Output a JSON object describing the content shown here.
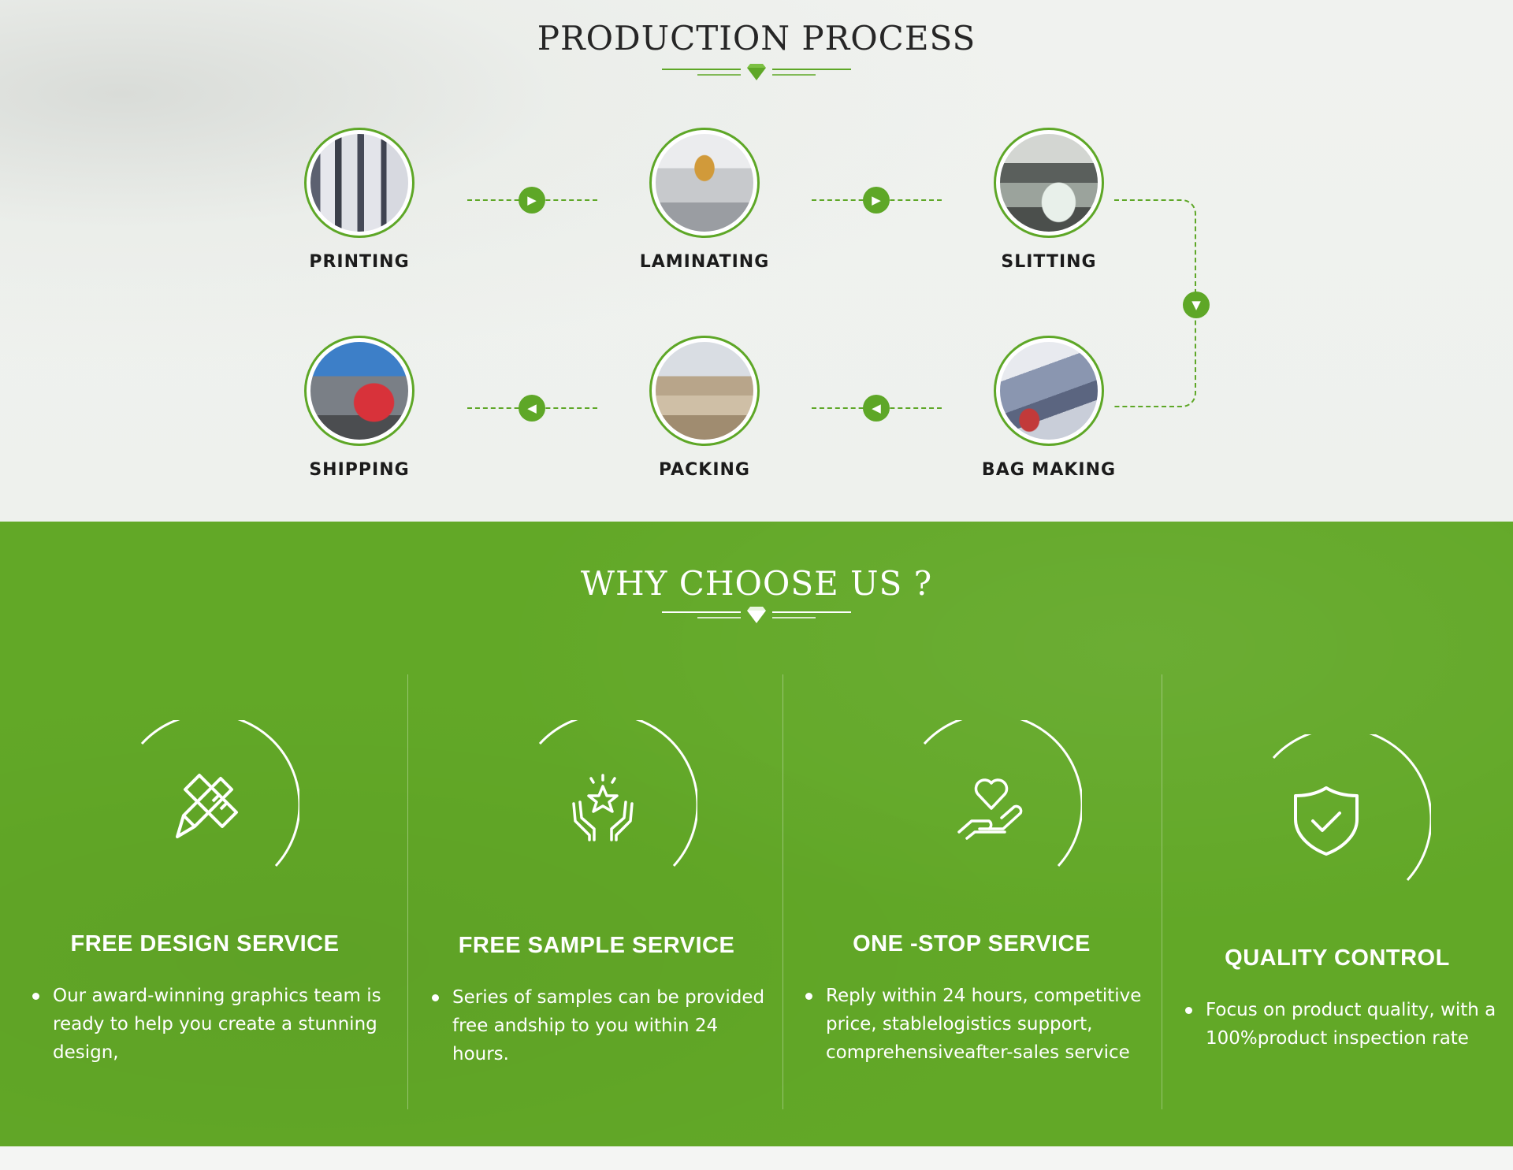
{
  "production": {
    "title": "PRODUCTION PROCESS",
    "steps": [
      {
        "label": "PRINTING"
      },
      {
        "label": "LAMINATING"
      },
      {
        "label": "SLITTING"
      },
      {
        "label": "BAG MAKING"
      },
      {
        "label": "PACKING"
      },
      {
        "label": "SHIPPING"
      }
    ]
  },
  "why": {
    "title": "WHY CHOOSE US ?",
    "cards": [
      {
        "title": "FREE DESIGN SERVICE",
        "icon": "pencil-ruler-icon",
        "text": "Our award-winning graphics team is ready to help you create a stunning design,"
      },
      {
        "title": "FREE SAMPLE SERVICE",
        "icon": "hands-star-icon",
        "text": "Series of samples can be provided free andship to you within 24 hours."
      },
      {
        "title": "ONE -STOP SERVICE",
        "icon": "heart-hand-icon",
        "text": "Reply within 24 hours, competitive price, stablelogistics support, comprehensiveafter-sales service"
      },
      {
        "title": "QUALITY CONTROL",
        "icon": "shield-check-icon",
        "text": "Focus on product quality, with a 100%product inspection rate"
      }
    ]
  },
  "colors": {
    "accent": "#5ea727",
    "section_bg": "#62a827",
    "text_dark": "#1b1b1b"
  }
}
